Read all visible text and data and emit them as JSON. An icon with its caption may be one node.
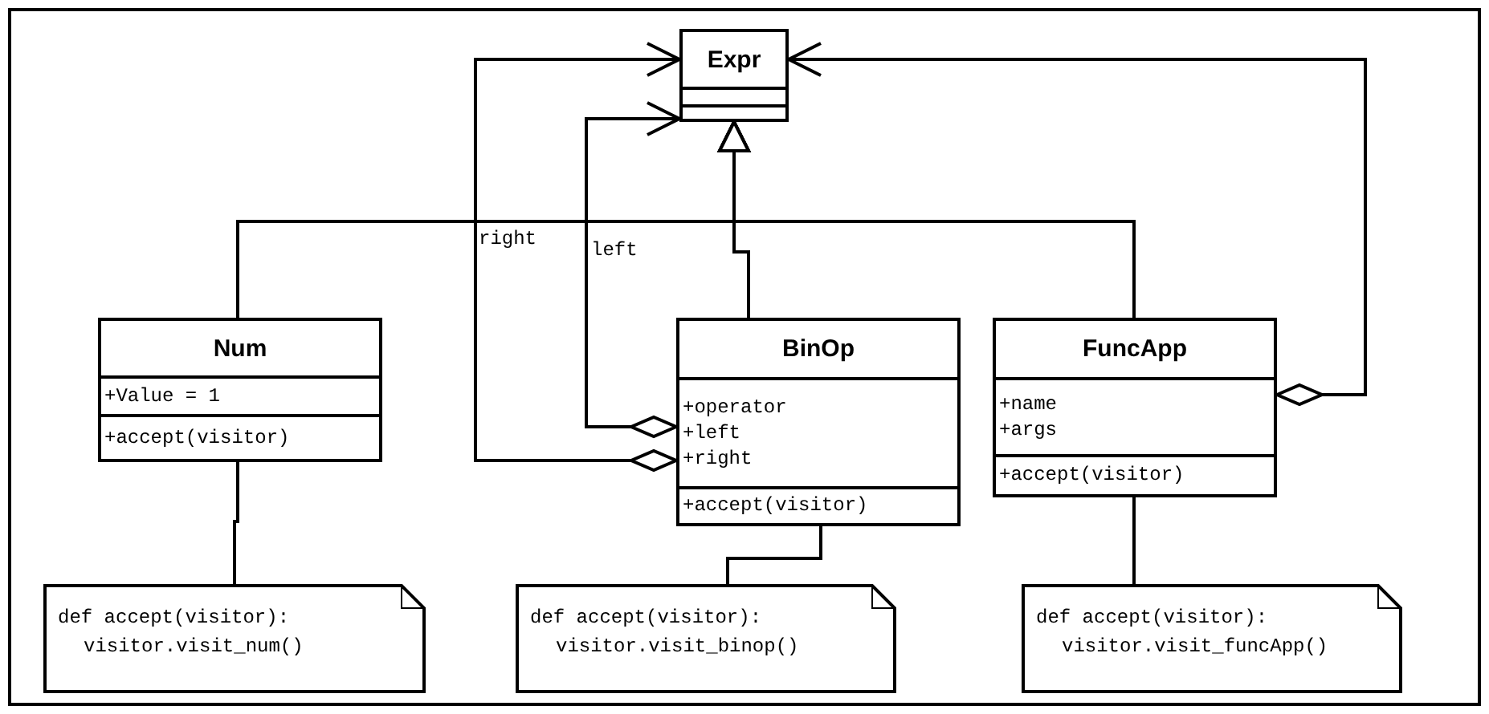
{
  "diagram": {
    "nodes": [
      {
        "text": [
          "Expr"
        ]
      },
      {
        "text": [
          "Num",
          "+Value = 1",
          "+accept(visitor)"
        ]
      },
      {
        "text": [
          "BinOp",
          "+operator",
          "+left",
          "+right",
          "+accept(visitor)"
        ]
      },
      {
        "text": [
          "FuncApp",
          "+name",
          "+args",
          "+accept(visitor)"
        ]
      },
      {
        "text": [
          "def accept(visitor):",
          "visitor.visit_num()"
        ]
      },
      {
        "text": [
          "def accept(visitor):",
          "visitor.visit_binop()"
        ]
      },
      {
        "text": [
          "def accept(visitor):",
          "visitor.visit_funcApp()"
        ]
      }
    ],
    "edges": [
      {
        "from": 1,
        "to": 0,
        "arrow": "to"
      },
      {
        "from": 2,
        "to": 0,
        "arrow": "to"
      },
      {
        "from": 3,
        "to": 0,
        "arrow": "to"
      },
      {
        "from": 2,
        "to": 0,
        "arrow": "to",
        "label": "left"
      },
      {
        "from": 2,
        "to": 0,
        "arrow": "to",
        "label": "right"
      },
      {
        "from": 3,
        "to": 0,
        "arrow": "to"
      },
      {
        "from": 1,
        "to": 4,
        "arrow": "none"
      },
      {
        "from": 2,
        "to": 5,
        "arrow": "none"
      },
      {
        "from": 3,
        "to": 6,
        "arrow": "none"
      }
    ]
  }
}
